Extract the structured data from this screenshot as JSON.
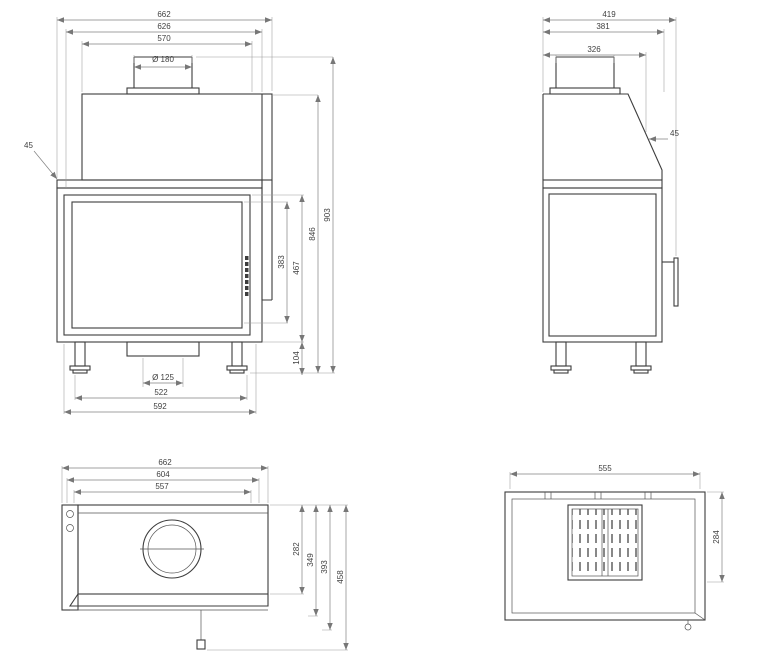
{
  "views": {
    "front": {
      "dims": {
        "w_total": "662",
        "w_outer": "626",
        "w_hood": "570",
        "flue_diameter": "Ø 180",
        "chamfer": "45",
        "glass_h": "383",
        "door_h": "467",
        "base_h": "104",
        "body_h": "846",
        "total_h": "903",
        "outlet_diameter": "Ø 125",
        "feet_w": "522",
        "base_w": "592"
      }
    },
    "side": {
      "dims": {
        "d_total": "419",
        "d_body": "381",
        "d_top": "326",
        "chamfer": "45"
      }
    },
    "base_front": {
      "dims": {
        "w_total": "662",
        "w_inner": "604",
        "w_opening": "557",
        "h_door": "282",
        "h_mid": "349",
        "h_lower": "393",
        "h_total": "458"
      }
    },
    "top": {
      "dims": {
        "w_total": "555",
        "d_inner": "284"
      }
    }
  }
}
